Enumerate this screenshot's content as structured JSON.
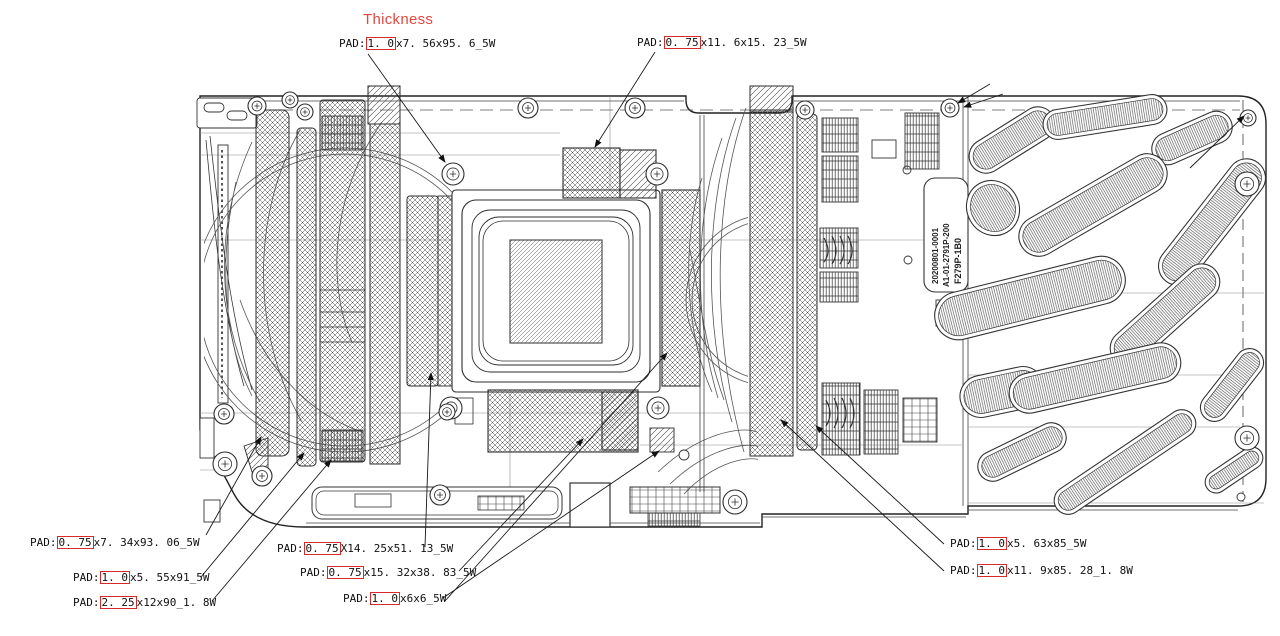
{
  "title": {
    "text": "Thickness"
  },
  "colors": {
    "annotation_red": "#d42a2a",
    "title_red": "#e04a3e",
    "ink": "#1c1c1c"
  },
  "serial_label": {
    "line1": "F279P-1B0",
    "line2": "A1-01-2791P-200",
    "line3": "20200801-0001"
  },
  "annotations": [
    {
      "id": "pad-top-left",
      "prefix": "PAD:",
      "value": "1. 0",
      "suffix": "x7. 56x95. 6_5W"
    },
    {
      "id": "pad-top-mid",
      "prefix": "PAD:",
      "value": "0. 75",
      "suffix": "x11. 6x15. 23_5W"
    },
    {
      "id": "pad-left-1",
      "prefix": "PAD:",
      "value": "0. 75",
      "suffix": "x7. 34x93. 06_5W"
    },
    {
      "id": "pad-mid-1",
      "prefix": "PAD:",
      "value": "0. 75",
      "suffix": "X14. 25x51. 13_5W"
    },
    {
      "id": "pad-left-2",
      "prefix": "PAD:",
      "value": "1. 0",
      "suffix": "x5. 55x91_5W"
    },
    {
      "id": "pad-mid-2",
      "prefix": "PAD:",
      "value": "0. 75",
      "suffix": "x15. 32x38. 83_5W"
    },
    {
      "id": "pad-left-3",
      "prefix": "PAD:",
      "value": "2. 25",
      "suffix": "x12x90_1. 8W"
    },
    {
      "id": "pad-mid-3",
      "prefix": "PAD:",
      "value": "1. 0",
      "suffix": "x6x6_5W"
    },
    {
      "id": "pad-right-1",
      "prefix": "PAD:",
      "value": "1. 0",
      "suffix": "x5. 63x85_5W"
    },
    {
      "id": "pad-right-2",
      "prefix": "PAD:",
      "value": "1. 0",
      "suffix": "x11. 9x85. 28_1. 8W"
    }
  ]
}
